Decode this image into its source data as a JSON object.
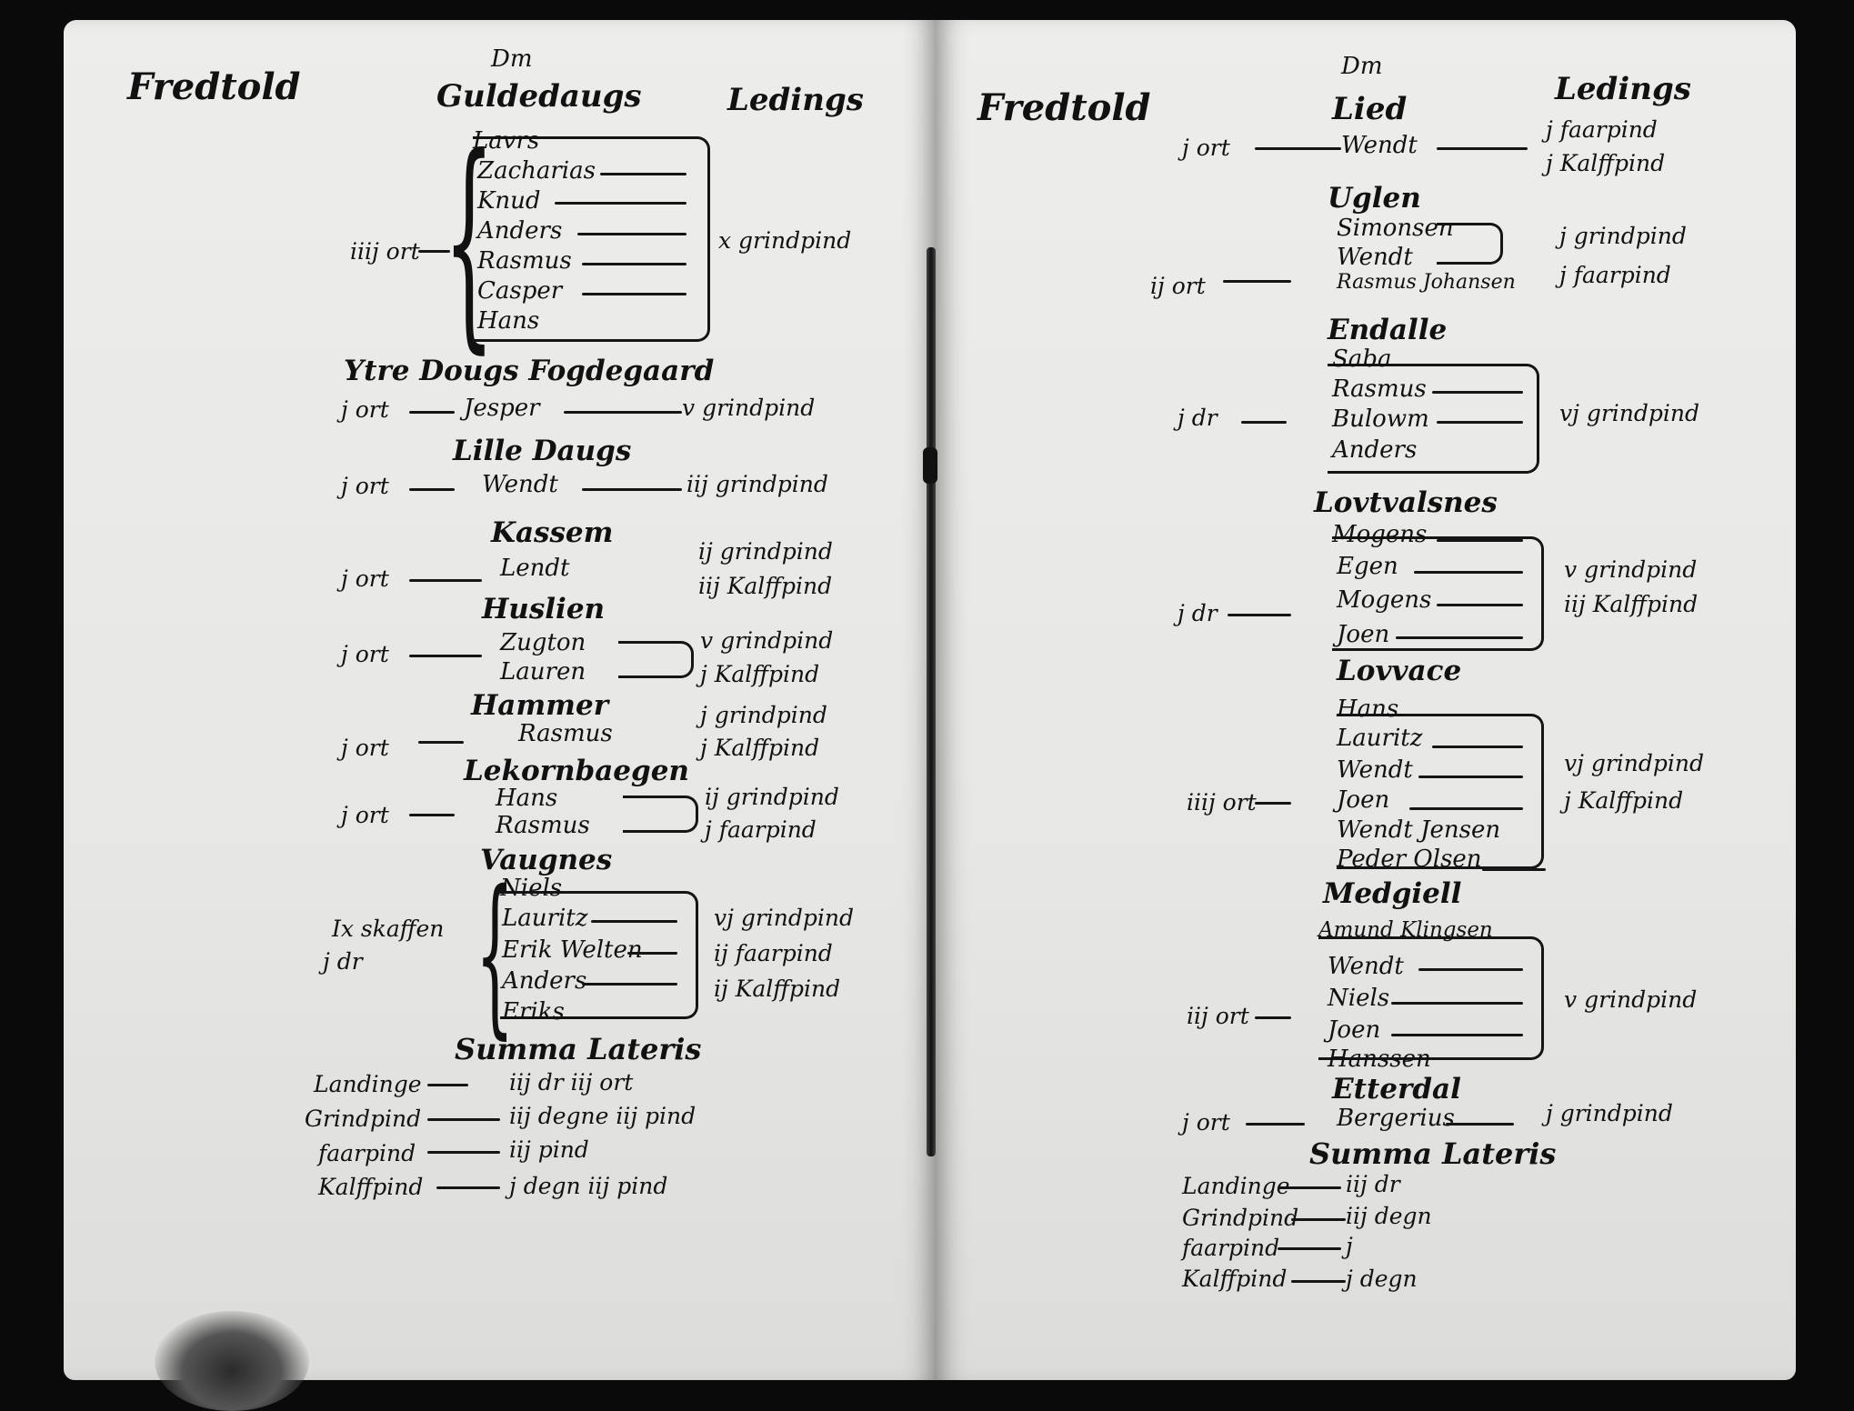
{
  "left": {
    "corner": "Fredtold",
    "title_top": "Dm",
    "title": "Guldedaugs",
    "ledings": "Ledings",
    "g1": {
      "names": [
        "Lavrs",
        "Zacharias",
        "Knud",
        "Anders",
        "Rasmus",
        "Casper",
        "Hans"
      ],
      "side": "iiij ort",
      "amt": [
        "x grindpind"
      ]
    },
    "h2": "Ytre Dougs Fogdegaard",
    "g2": {
      "names": [
        "Jesper"
      ],
      "side": "j ort",
      "amt": [
        "v grindpind"
      ]
    },
    "h3": "Lille Daugs",
    "g3": {
      "names": [
        "Wendt"
      ],
      "side": "j ort",
      "amt": [
        "iij grindpind"
      ]
    },
    "h4": "Kassem",
    "g4": {
      "names": [
        "Lendt"
      ],
      "side": "j ort",
      "amt": [
        "ij grindpind",
        "iij Kalffpind"
      ]
    },
    "h5": "Huslien",
    "g5": {
      "names": [
        "Zugton",
        "Lauren"
      ],
      "side": "j ort",
      "amt": [
        "v grindpind",
        "j Kalffpind"
      ]
    },
    "h6": "Hammer",
    "g6": {
      "names": [
        "Rasmus"
      ],
      "side": "j ort",
      "amt": [
        "j grindpind",
        "j Kalffpind"
      ]
    },
    "h7": "Lekornbaegen",
    "g7": {
      "names": [
        "Hans",
        "Rasmus"
      ],
      "side": "j ort",
      "amt": [
        "ij grindpind",
        "j faarpind"
      ]
    },
    "h8": "Vaugnes",
    "g8": {
      "names": [
        "Niels",
        "Lauritz",
        "Erik Welten",
        "Anders",
        "Eriks"
      ],
      "side1": "Ix skaffen",
      "side2": "j dr",
      "amt": [
        "vj grindpind",
        "ij faarpind",
        "ij Kalffpind"
      ]
    },
    "summa": "Summa Lateris",
    "sums": [
      {
        "label": "Landinge",
        "val": "iij dr iij ort"
      },
      {
        "label": "Grindpind",
        "val": "iij degne iij pind"
      },
      {
        "label": "faarpind",
        "val": "iij pind"
      },
      {
        "label": "Kalffpind",
        "val": "j degn iij pind"
      }
    ]
  },
  "right": {
    "corner": "Fredtold",
    "title_top": "Dm",
    "title": "Lied",
    "ledings": "Ledings",
    "r1": {
      "names": [
        "Wendt"
      ],
      "side": "j ort",
      "amt": [
        "j faarpind",
        "j Kalffpind"
      ]
    },
    "h2": "Uglen",
    "r2": {
      "names": [
        "Simonsen",
        "Wendt",
        "Rasmus Johansen"
      ],
      "side": "ij ort",
      "amt": [
        "j grindpind",
        "j faarpind"
      ]
    },
    "h3": "Endalle",
    "r3": {
      "names": [
        "Saba",
        "Rasmus",
        "Bulowm",
        "Anders"
      ],
      "side": "j dr",
      "amt": [
        "vj grindpind"
      ]
    },
    "h4": "Lovtvalsnes",
    "r4": {
      "names": [
        "Mogens",
        "Egen",
        "Mogens",
        "Joen"
      ],
      "side": "j dr",
      "amt": [
        "v grindpind",
        "iij Kalffpind"
      ]
    },
    "h5": "Lovvace",
    "r5": {
      "names": [
        "Hans",
        "Lauritz",
        "Wendt",
        "Joen",
        "Wendt Jensen",
        "Peder Olsen"
      ],
      "side": "iiij ort",
      "amt": [
        "vj grindpind",
        "j Kalffpind"
      ]
    },
    "h6": "Medgiell",
    "r6": {
      "names": [
        "Amund Klingsen",
        "Wendt",
        "Niels",
        "Joen",
        "Hanssen"
      ],
      "side": "iij ort",
      "amt": [
        "v grindpind"
      ]
    },
    "h7": "Etterdal",
    "r7": {
      "names": [
        "Bergerius"
      ],
      "side": "j ort",
      "amt": [
        "j grindpind"
      ]
    },
    "summa": "Summa Lateris",
    "sums": [
      {
        "label": "Landinge",
        "val": "iij dr"
      },
      {
        "label": "Grindpind",
        "val": "iij degn"
      },
      {
        "label": "faarpind",
        "val": "j"
      },
      {
        "label": "Kalffpind",
        "val": "j degn"
      }
    ]
  }
}
